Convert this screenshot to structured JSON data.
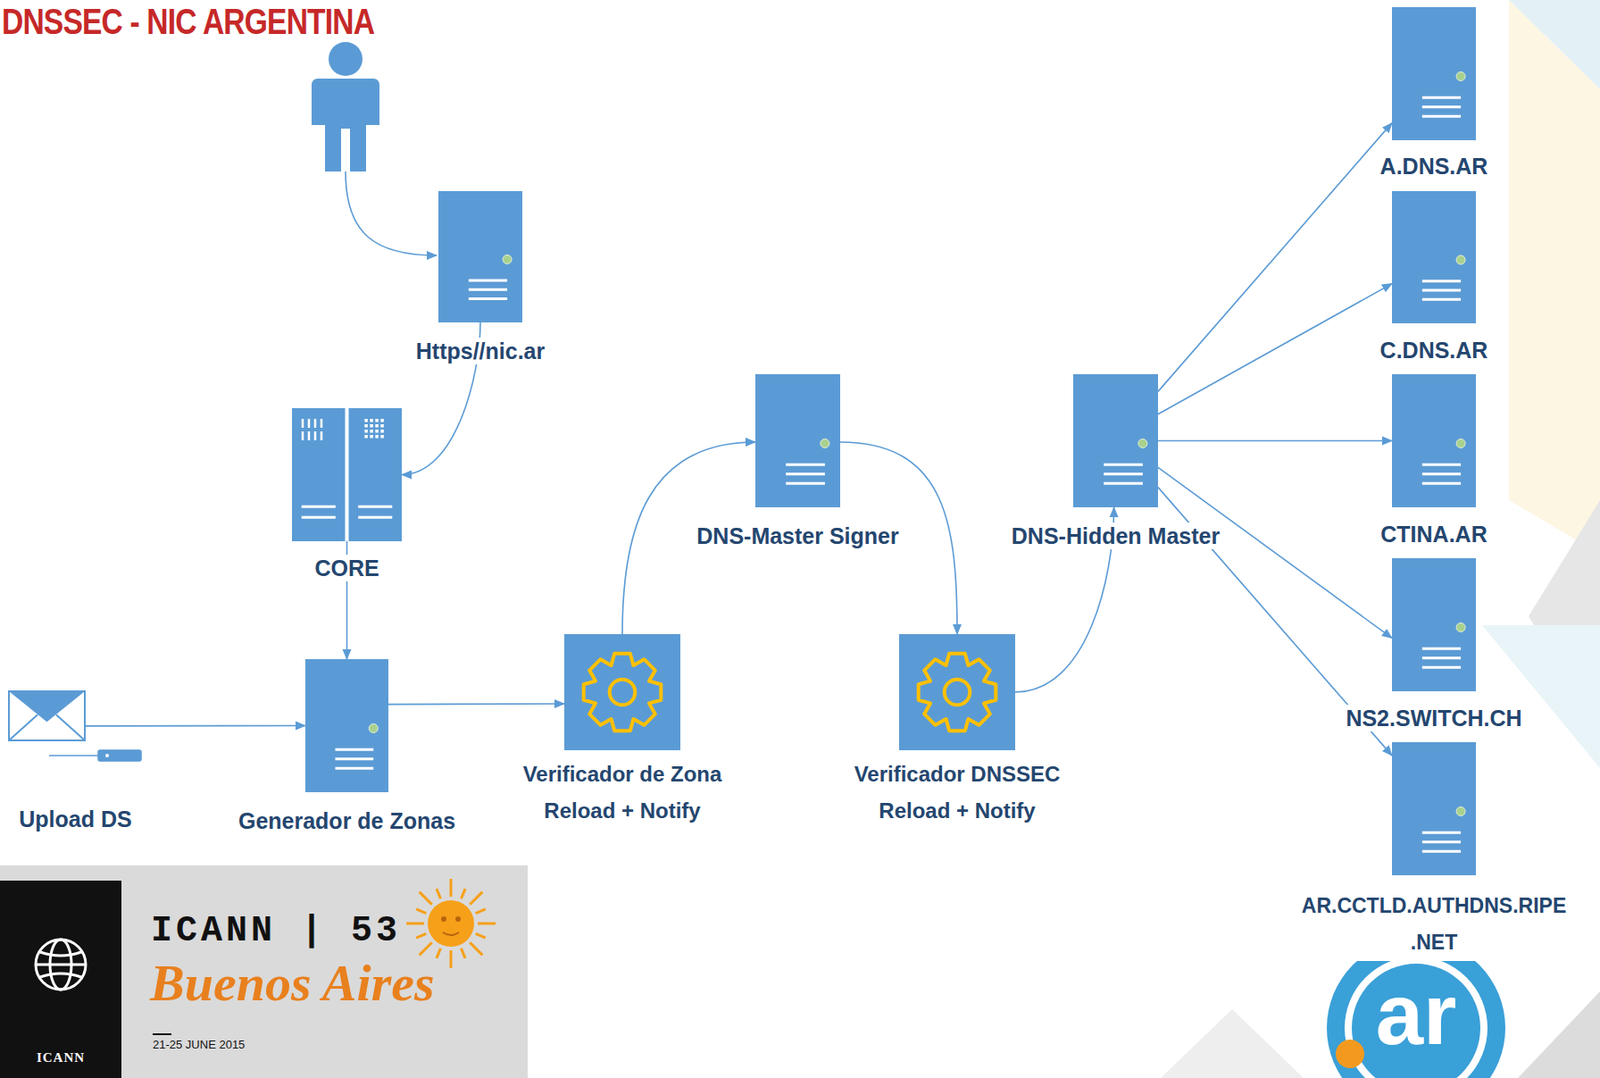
{
  "diagram": {
    "title": "DNSSEC - NIC ARGENTINA",
    "nodes": [
      {
        "text": [
          "Https//nic.ar"
        ]
      },
      {
        "text": [
          "CORE"
        ]
      },
      {
        "text": [
          "Upload DS"
        ]
      },
      {
        "text": [
          "Generador de Zonas"
        ]
      },
      {
        "text": [
          "Verificador de Zona Reload + Notify"
        ]
      },
      {
        "text": [
          "DNS-Master Signer"
        ]
      },
      {
        "text": [
          "Verificador DNSSEC Reload + Notify"
        ]
      },
      {
        "text": [
          "DNS-Hidden Master"
        ]
      },
      {
        "text": [
          "A.DNS.AR"
        ]
      },
      {
        "text": [
          "C.DNS.AR"
        ]
      },
      {
        "text": [
          "CTINA.AR"
        ]
      },
      {
        "text": [
          "NS2.SWITCH.CH"
        ]
      },
      {
        "text": [
          "AR.CCTLD.AUTHDNS.RIPE .NET"
        ]
      }
    ],
    "edges": [
      {
        "from": 0,
        "to": 1,
        "arrow": "to"
      },
      {
        "from": 1,
        "to": 3,
        "arrow": "to"
      },
      {
        "from": 2,
        "to": 3,
        "arrow": "to"
      },
      {
        "from": 3,
        "to": 4,
        "arrow": "to"
      },
      {
        "from": 4,
        "to": 5,
        "arrow": "to"
      },
      {
        "from": 5,
        "to": 6,
        "arrow": "to"
      },
      {
        "from": 6,
        "to": 7,
        "arrow": "to"
      },
      {
        "from": 7,
        "to": 8,
        "arrow": "to"
      },
      {
        "from": 7,
        "to": 9,
        "arrow": "to"
      },
      {
        "from": 7,
        "to": 10,
        "arrow": "to"
      },
      {
        "from": 7,
        "to": 11,
        "arrow": "to"
      },
      {
        "from": 7,
        "to": 12,
        "arrow": "to"
      }
    ],
    "labels": [
      "ICANN",
      "ICANN | 53",
      "Buenos Aires",
      "21-25 JUNE 2015",
      "ar"
    ]
  }
}
